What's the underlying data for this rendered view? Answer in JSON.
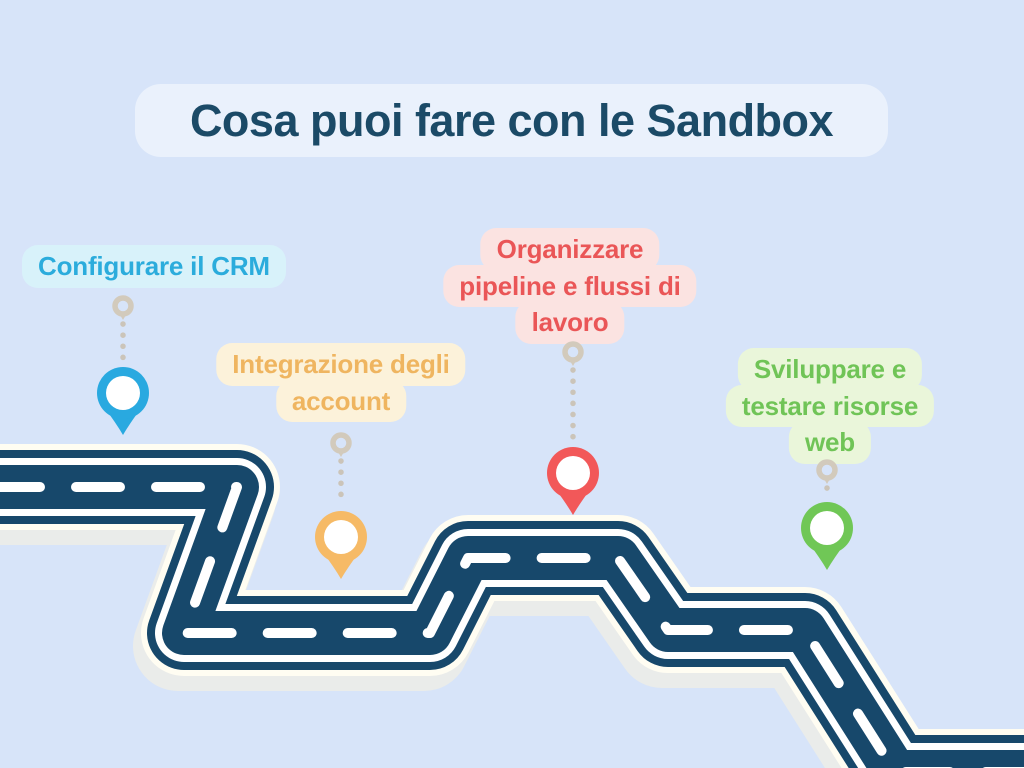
{
  "background_color": "#d7e4f9",
  "title": {
    "text": "Cosa puoi fare con le Sandbox",
    "text_color": "#1b4a67",
    "card_color": "#eaf1fc"
  },
  "road": {
    "asphalt_color": "#17486b",
    "casing_color": "#fffdf2",
    "shadow_color": "#f6f1e0",
    "edge_line_color": "#ffffff",
    "center_line_color": "#ffffff"
  },
  "connector": {
    "ring_color": "#d2cabc",
    "dot_color": "#cbc4b9"
  },
  "milestones": [
    {
      "id": "configure-crm",
      "lines": [
        "Configurare il CRM"
      ],
      "text_color": "#2bacdc",
      "pill_color": "#d8f2fa",
      "pin_color": "#29a9e0"
    },
    {
      "id": "account-integration",
      "lines": [
        "Integrazione degli",
        "account"
      ],
      "text_color": "#efb560",
      "pill_color": "#fcf2da",
      "pin_color": "#f6ba66"
    },
    {
      "id": "organize-pipelines",
      "lines": [
        "Organizzare",
        "pipeline e flussi di",
        "lavoro"
      ],
      "text_color": "#ea5657",
      "pill_color": "#fbe3e1",
      "pin_color": "#f25859"
    },
    {
      "id": "develop-test-web",
      "lines": [
        "Sviluppare e",
        "testare risorse",
        "web"
      ],
      "text_color": "#70c457",
      "pill_color": "#eaf6da",
      "pin_color": "#70c756"
    }
  ]
}
